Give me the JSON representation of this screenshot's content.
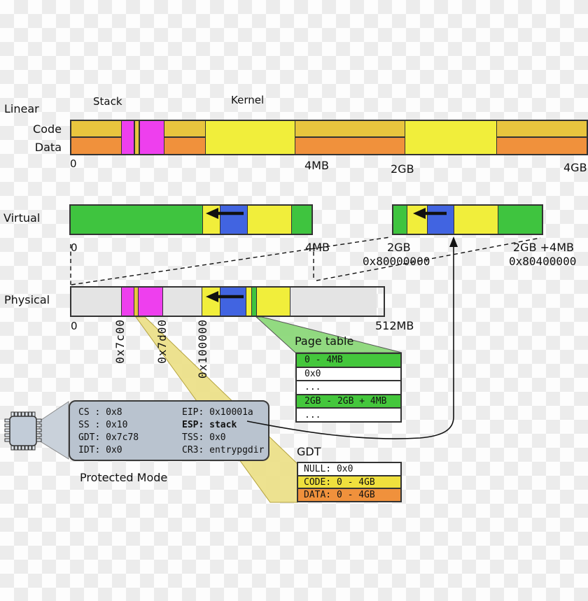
{
  "palette": {
    "gold": "#e8c53e",
    "orange": "#f0913c",
    "magenta": "#ee3fee",
    "yellow": "#f1ee3b",
    "green": "#3fc43f",
    "blue": "#4164e1",
    "gray": "#e4e4e4",
    "box_fill": "#b9c3cf",
    "band_yellow": "#ecdf87",
    "fan_green": "#8cd87a",
    "pt_green": "#44c73c",
    "gdt_yellow": "#efe03d",
    "gdt_orange": "#f0913c",
    "ink": "#111111"
  },
  "linear": {
    "label": "Linear",
    "stack_label": "Stack",
    "kernel_label": "Kernel",
    "code_label": "Code",
    "data_label": "Data",
    "ticks": [
      "0",
      "4MB",
      "2GB",
      "4GB"
    ]
  },
  "virtual": {
    "label": "Virtual",
    "left_ticks": [
      "0",
      "4MB"
    ],
    "right_ticks": [
      "2GB",
      "2GB +4MB"
    ],
    "right_hex": [
      "0x80000000",
      "0x80400000"
    ]
  },
  "physical": {
    "label": "Physical",
    "tick_zero": "0",
    "rotated_ticks": [
      "0x7c00",
      "0x7d00",
      "0x100000"
    ],
    "tick_end": "512MB"
  },
  "page_table": {
    "title": "Page table",
    "rows": [
      {
        "text": "0 - 4MB"
      },
      {
        "text": "0x0"
      },
      {
        "text": "..."
      },
      {
        "text": "2GB - 2GB + 4MB"
      },
      {
        "text": "..."
      }
    ]
  },
  "cpu": {
    "mode": "Protected Mode",
    "left_registers": [
      "CS : 0x8",
      "SS : 0x10",
      "GDT: 0x7c78",
      "IDT: 0x0"
    ],
    "right_registers": [
      "EIP: 0x10001a",
      "ESP: stack",
      "TSS: 0x0",
      "CR3: entrypgdir"
    ]
  },
  "gdt": {
    "title": "GDT",
    "rows": [
      {
        "text": "NULL: 0x0"
      },
      {
        "text": "CODE: 0 - 4GB"
      },
      {
        "text": "DATA: 0 - 4GB"
      }
    ]
  }
}
